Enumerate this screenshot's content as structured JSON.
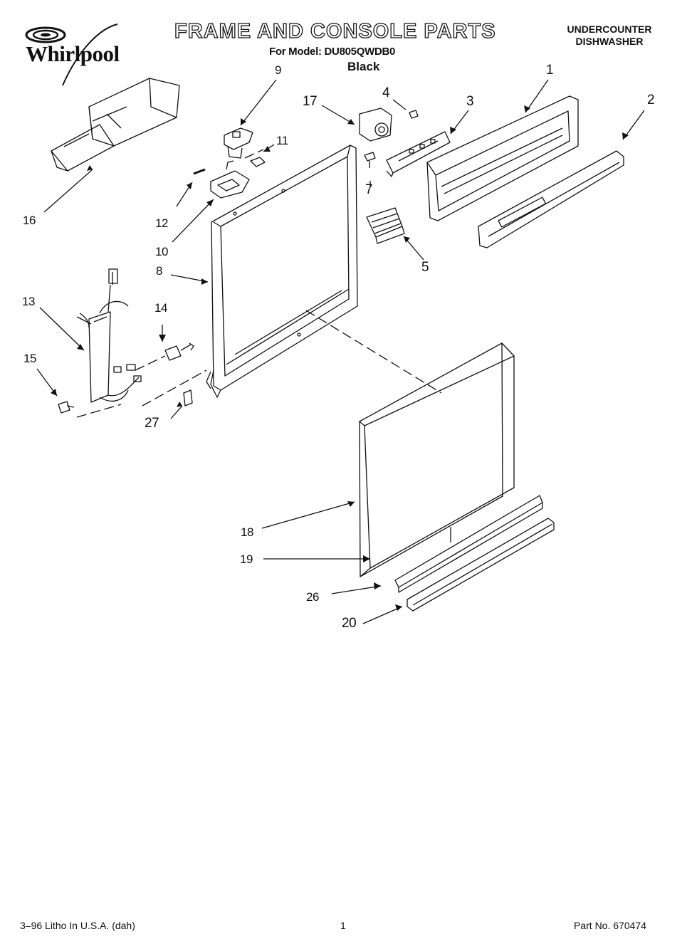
{
  "header": {
    "brand": "Whirlpool",
    "title": "FRAME AND CONSOLE PARTS",
    "model_line": "For Model: DU805QWDB0",
    "color": "Black",
    "category_line1": "UNDERCOUNTER",
    "category_line2": "DISHWASHER"
  },
  "callouts": {
    "c1": "1",
    "c2": "2",
    "c3": "3",
    "c4": "4",
    "c5": "5",
    "c7": "7",
    "c8": "8",
    "c9": "9",
    "c10": "10",
    "c11": "11",
    "c12": "12",
    "c13": "13",
    "c14": "14",
    "c15": "15",
    "c16": "16",
    "c17": "17",
    "c18": "18",
    "c19": "19",
    "c20": "20",
    "c26": "26",
    "c27": "27"
  },
  "footer": {
    "print_info": "3–96 Litho In U.S.A. (dah)",
    "page_number": "1",
    "part_number": "Part No. 670474"
  }
}
